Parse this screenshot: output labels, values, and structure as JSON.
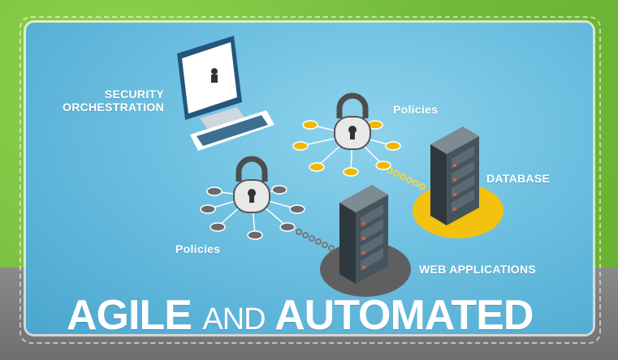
{
  "labels": {
    "security": "SECURITY",
    "orchestration": "ORCHESTRATION",
    "policies_top": "Policies",
    "database": "DATABASE",
    "policies_bottom": "Policies",
    "web_applications": "WEB APPLICATIONS"
  },
  "headline": {
    "part1": "AGILE ",
    "part2": "AND",
    "part3": " AUTOMATED"
  },
  "colors": {
    "green": "#7dc242",
    "panel_blue": "#6cbfe0",
    "policy_yellow": "#f2b705",
    "policy_grey": "#6b6b6b",
    "server_dark": "#3c4a52",
    "server_red": "#e85b3a"
  }
}
